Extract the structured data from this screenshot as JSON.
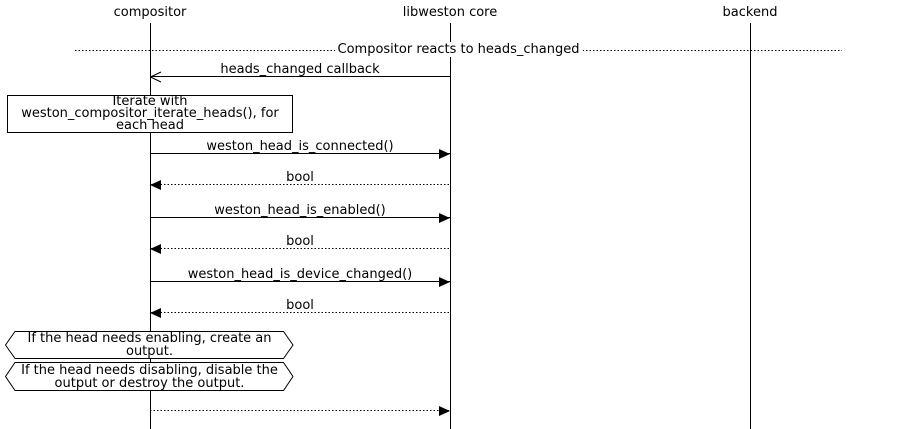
{
  "diagram": {
    "participants": [
      {
        "name": "compositor"
      },
      {
        "name": "libweston core"
      },
      {
        "name": "backend"
      }
    ],
    "divider_label": "Compositor reacts to heads_changed",
    "messages": [
      {
        "label": "heads_changed callback",
        "from": "libweston core",
        "to": "compositor",
        "line": "solid",
        "arrowhead": "open"
      },
      {
        "label": "weston_head_is_connected()",
        "from": "compositor",
        "to": "libweston core",
        "line": "solid",
        "arrowhead": "filled"
      },
      {
        "label": "bool",
        "from": "libweston core",
        "to": "compositor",
        "line": "dotted",
        "arrowhead": "filled"
      },
      {
        "label": "weston_head_is_enabled()",
        "from": "compositor",
        "to": "libweston core",
        "line": "solid",
        "arrowhead": "filled"
      },
      {
        "label": "bool",
        "from": "libweston core",
        "to": "compositor",
        "line": "dotted",
        "arrowhead": "filled"
      },
      {
        "label": "weston_head_is_device_changed()",
        "from": "compositor",
        "to": "libweston core",
        "line": "solid",
        "arrowhead": "filled"
      },
      {
        "label": "bool",
        "from": "libweston core",
        "to": "compositor",
        "line": "dotted",
        "arrowhead": "filled"
      },
      {
        "label": "",
        "from": "compositor",
        "to": "libweston core",
        "line": "dotted",
        "arrowhead": "filled"
      }
    ],
    "note": {
      "lines": [
        "Iterate with",
        "weston_compositor_iterate_heads(), for",
        "each head"
      ]
    },
    "conditions": [
      {
        "lines": [
          "If the head needs enabling, create an",
          "output."
        ]
      },
      {
        "lines": [
          "If the head needs disabling, disable the",
          "output or destroy the output."
        ]
      }
    ],
    "colors": {
      "line": "#000000",
      "background": "#ffffff",
      "text": "#000000"
    }
  }
}
